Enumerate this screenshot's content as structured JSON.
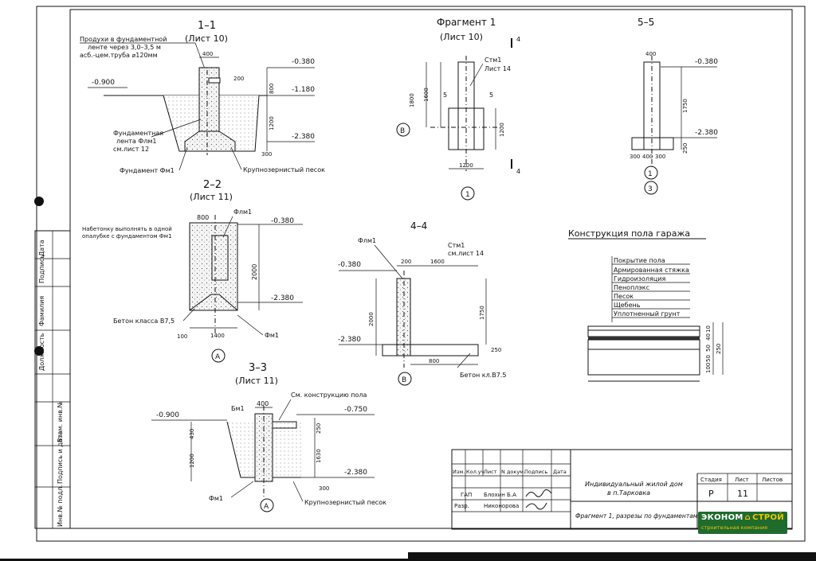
{
  "sections": {
    "s11": {
      "title": "1–1",
      "sheet": "(Лист 10)",
      "vent_note": [
        "Продухи в фундаментной",
        "ленте через 3,0–3,5 м",
        "асб.-цем.труба ⌀120мм"
      ],
      "dims": {
        "w_top": "400",
        "d200": "200",
        "d800": "800",
        "d1200": "1200",
        "d300": "300"
      },
      "levels": {
        "l1": "-0.380",
        "l2": "-0.900",
        "l3": "-1.180",
        "l4": "-2.380"
      },
      "labels": {
        "strip": [
          "Фундаментная",
          "лента Флм1",
          "см.лист 12"
        ],
        "found": "Фундамент Фм1",
        "sand": "Крупнозернистый песок"
      }
    },
    "frag1": {
      "title": "Фрагмент 1",
      "sheet": "(Лист 10)",
      "stm": [
        "Стм1",
        "Лист 14"
      ],
      "cut4": "4",
      "cut5": "5",
      "dims": {
        "d1800": "1800",
        "d1600": "1600",
        "d1200v": "1200",
        "d1200h": "1200"
      },
      "axis_b": "В",
      "axis_1": "1"
    },
    "s55": {
      "title": "5–5",
      "dims": {
        "w_top": "400",
        "d1750": "1750",
        "d250": "250",
        "b300a": "300",
        "b400": "400",
        "b300b": "300"
      },
      "levels": {
        "l1": "-0.380",
        "l2": "-2.380"
      },
      "axis_1": "1",
      "axis_3": "3"
    },
    "s22": {
      "title": "2–2",
      "sheet": "(Лист 11)",
      "flm": "Флм1",
      "note": [
        "Набетонку выполнять в одной",
        "опалубке с фундаментом Фм1"
      ],
      "dims": {
        "w800": "800",
        "h2000": "2000",
        "d100": "100",
        "d1400": "1400"
      },
      "levels": {
        "l1": "-0.380",
        "l2": "-2.380"
      },
      "concrete": "Бетон класса В7,5",
      "fm": "Фм1",
      "axis_a": "А"
    },
    "s44": {
      "title": "4–4",
      "flm": "Флм1",
      "stm": [
        "Стм1",
        "см.лист 14"
      ],
      "dims": {
        "d200": "200",
        "d1600": "1600",
        "h2000": "2000",
        "h1750": "1750",
        "d250": "250",
        "d800": "800"
      },
      "levels": {
        "l1": "-0.380",
        "l2": "-2.380"
      },
      "axis_b": "В",
      "concrete": "Бетон кл.В7.5"
    },
    "s33": {
      "title": "3–3",
      "sheet": "(Лист 11)",
      "floor_ref": "См. конструкцию пола",
      "bm": "Бм1",
      "fm": "Фм1",
      "dims": {
        "w400": "400",
        "d430": "430",
        "d1200": "1200",
        "d250": "250",
        "d1630": "1630",
        "d300": "300"
      },
      "levels": {
        "l1": "-0.900",
        "l2": "-0.750",
        "l3": "-2.380"
      },
      "sand": "Крупнозернистый песок",
      "axis_a": "А"
    },
    "floor": {
      "title": "Конструкция пола гаража",
      "layers": [
        "Покрытие пола",
        "Армированная стяжка",
        "Гидроизоляция",
        "Пеноплэкс",
        "Песок",
        "Щебень",
        "Уплотненный грунт"
      ],
      "dims": {
        "d10": "10",
        "d40": "40",
        "d50a": "50",
        "d50b": "50",
        "d100": "100",
        "d250": "250"
      }
    }
  },
  "margin_stamp": [
    "Дата",
    "Подпись",
    "Фамилия",
    "Должность",
    "Взам. инв.№",
    "Подпись и дата",
    "Инв.№ подл."
  ],
  "title_block": {
    "head": [
      "Изм.",
      "Кол.уч",
      "Лист",
      "N докум.",
      "Подпись",
      "Дата"
    ],
    "rows": [
      {
        "role": "ГАП",
        "name": "Блохин Б.А"
      },
      {
        "role": "Разр.",
        "name": "Никонорова"
      }
    ],
    "project": [
      "Индивидуальный жилой дом",
      "в п.Тарковка"
    ],
    "stage_head": "Стадия",
    "sheet_head": "Лист",
    "sheets_head": "Листов",
    "stage": "Р",
    "sheet": "11",
    "sheets": "",
    "drawing_title": "Фрагмент 1, разрезы по фундаментам."
  },
  "logo": {
    "line1a": "ЭКОНОМ",
    "line1b": "СТРОЙ",
    "line2": "строительная компания"
  },
  "colors": {
    "logo_bg": "#1f6b2e",
    "logo_accent": "#f2c400"
  }
}
